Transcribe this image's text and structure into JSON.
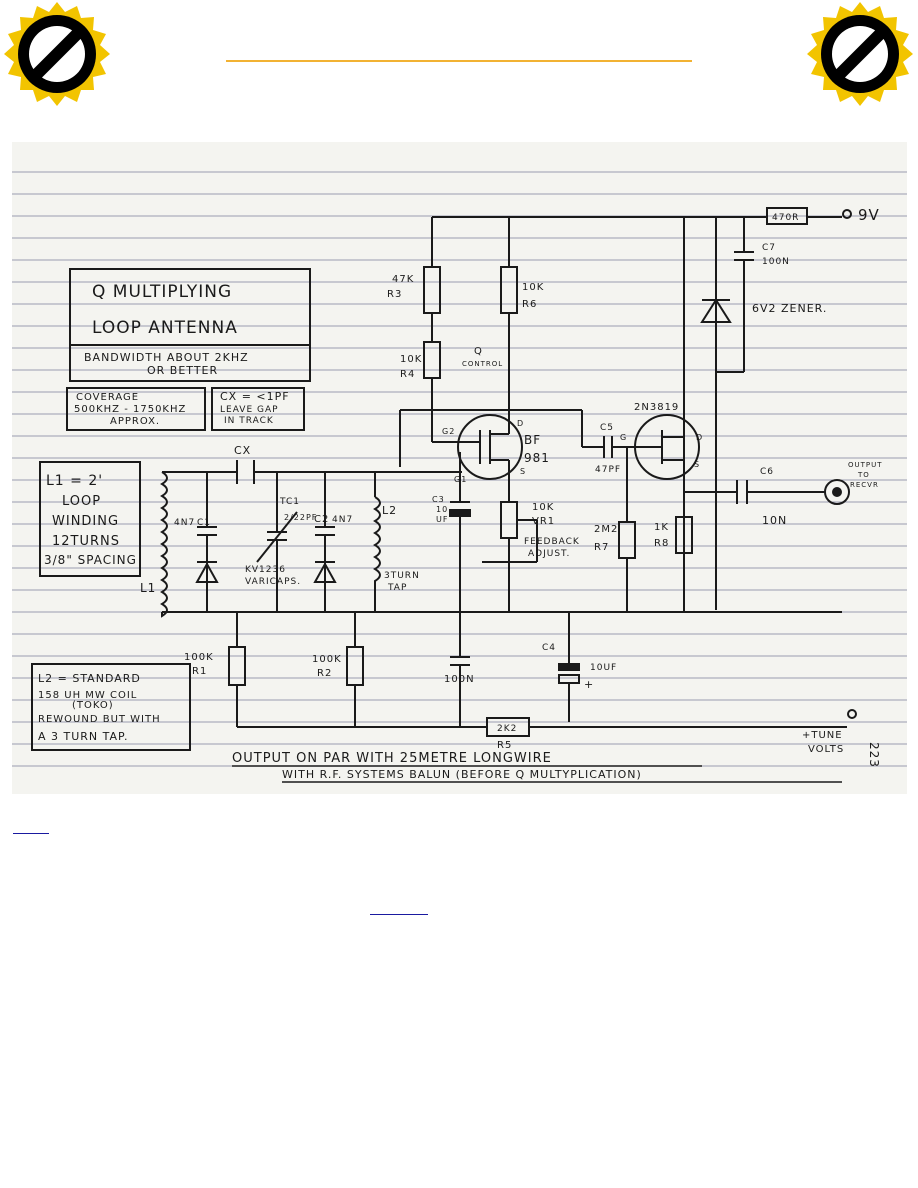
{
  "badges": {
    "left_icon": "prohibited-sign-icon",
    "right_icon": "prohibited-sign-icon",
    "color": "#f2c400"
  },
  "title_rule_color": "#f2b233",
  "schematic": {
    "box_title_1": "Q MULTIPLYING",
    "box_title_2": "LOOP ANTENNA",
    "bandwidth_1": "BANDWIDTH ABOUT 2KHZ",
    "bandwidth_2": "OR BETTER",
    "coverage_1": "COVERAGE",
    "coverage_2": "500KHZ - 1750KHZ",
    "coverage_3": "APPROX.",
    "cx_1": "CX = <1PF",
    "cx_2": "LEAVE GAP",
    "cx_3": "IN TRACK",
    "l1_1": "L1 = 2'",
    "l1_2": "LOOP",
    "l1_3": "WINDING",
    "l1_4": "12TURNS",
    "l1_5": "3/8\" SPACING",
    "l1_label": "L1",
    "l2_1": "L2 = STANDARD",
    "l2_2": "158 UH MW COIL",
    "l2_3": "(TOKO)",
    "l2_4": "REWOUND BUT WITH",
    "l2_5": "A 3 TURN TAP.",
    "cx": "CX",
    "c1": "C1",
    "c1_val": "4N7",
    "tc1": "TC1",
    "tc1_val": "2/22PF",
    "c2": "C2",
    "c2_val": "4N7",
    "kv": "KV1236",
    "varicaps": "VARICAPS.",
    "l2": "L2",
    "turn_tap_1": "3TURN",
    "turn_tap_2": "TAP",
    "c3_1": "C3",
    "c3_2": "10",
    "c3_3": "UF",
    "r3_val": "47K",
    "r3": "R3",
    "r4_val": "10K",
    "r4": "R4",
    "q_1": "Q",
    "q_2": "CONTROL",
    "r6_val": "10K",
    "r6": "R6",
    "g2": "G2",
    "g1": "G1",
    "d1": "D",
    "s1": "S",
    "bf": "BF",
    "bf_num": "981",
    "vr1_val": "10K",
    "vr1": "VR1",
    "feedback_1": "FEEDBACK",
    "feedback_2": "ADJUST.",
    "c5": "C5",
    "c5_val": "47PF",
    "g": "G",
    "jfet": "2N3819",
    "d2": "D",
    "s2": "S",
    "r7_val": "2M2",
    "r7": "R7",
    "r8_val": "1K",
    "r8": "R8",
    "r_470": "470R",
    "v9": "9V",
    "c7": "C7",
    "c7_val": "100N",
    "zener": "6V2 ZENER.",
    "c6": "C6",
    "c6_val": "10N",
    "out_1": "OUTPUT",
    "out_2": "TO",
    "out_3": "RECVR",
    "r1_val": "100K",
    "r1": "R1",
    "r2_val": "100K",
    "r2": "R2",
    "cap_100n": "100N",
    "c4": "C4",
    "c4_val": "10UF",
    "plus": "+",
    "r5_val": "2K2",
    "r5": "R5",
    "tune_1": "+TUNE",
    "tune_2": "VOLTS",
    "page_num": "223",
    "bottom_1": "OUTPUT ON PAR WITH 25METRE LONGWIRE",
    "bottom_2": "WITH R.F. SYSTEMS BALUN (BEFORE Q MULTYPLICATION)"
  }
}
